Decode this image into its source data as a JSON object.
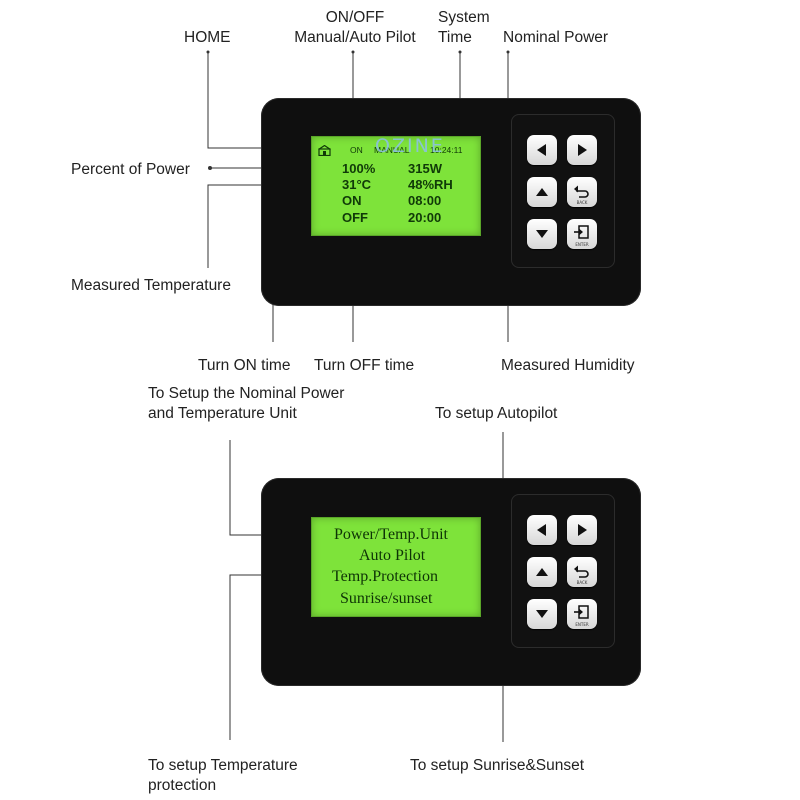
{
  "callouts_top": {
    "home": "HOME",
    "on_off_line1": "ON/OFF",
    "on_off_line2": "Manual/Auto Pilot",
    "system_time_line1": "System",
    "system_time_line2": "Time",
    "nominal_power": "Nominal Power",
    "percent_of_power": "Percent of Power",
    "measured_temperature": "Measured Temperature",
    "turn_on_time": "Turn ON time",
    "turn_off_time": "Turn OFF time",
    "measured_humidity": "Measured Humidity"
  },
  "screen_top": {
    "status_on": "ON",
    "status_mode": "MANUAL",
    "clock": "10:24:11",
    "power_percent": "100%",
    "power_watts": "315W",
    "temperature": "31°C",
    "humidity": "48%RH",
    "on_label": "ON",
    "on_time": "08:00",
    "off_label": "OFF",
    "off_time": "20:00",
    "watermark": "OZINE"
  },
  "callouts_bottom": {
    "setup_power_line1": "To Setup the Nominal Power",
    "setup_power_line2": "and Temperature Unit",
    "setup_autopilot": "To setup Autopilot",
    "setup_temp_line1": "To setup Temperature",
    "setup_temp_line2": "protection",
    "setup_sunrise": "To setup Sunrise&Sunset"
  },
  "screen_bottom": {
    "menu": [
      "Power/Temp.Unit",
      "Auto Pilot",
      "Temp.Protection",
      "Sunrise/sunset"
    ]
  },
  "buttons": {
    "back_label": "BACK",
    "enter_label": "ENTER"
  },
  "colors": {
    "lcd": "#7ee33a",
    "device": "#0f0f0f",
    "callout_line": "#333333"
  }
}
